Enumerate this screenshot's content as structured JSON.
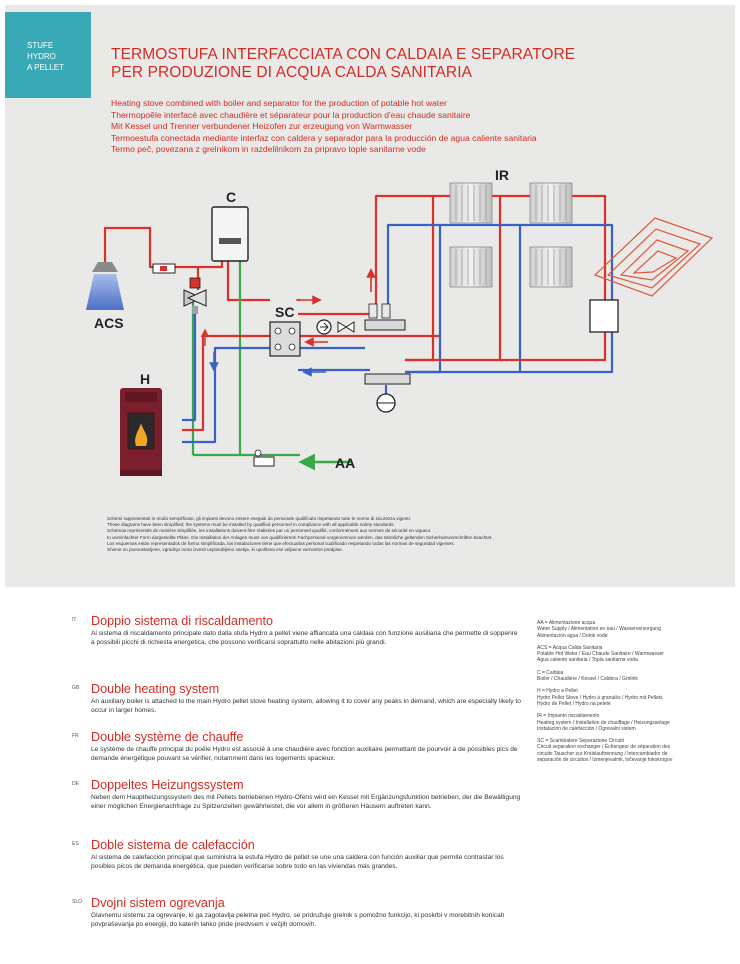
{
  "badge": {
    "lines": [
      "STUFE",
      "HYDRO",
      "A PELLET"
    ]
  },
  "title": {
    "line1": "TERMOSTUFA INTERFACCIATA CON CALDAIA E SEPARATORE",
    "line2": "PER PRODUZIONE DI ACQUA CALDA SANITARIA"
  },
  "subtitles": [
    "Heating stove combined with boiler and separator for the production of potable hot water",
    "Thermopoêle interfacé avec chaudière et séparateur pour la production d'eau chaude sanitaire",
    "Mit Kessel und Trenner verbundener Heizofen zur erzeugung von Warmwasser",
    "Termoestufa conectada mediante interfaz con caldera y separador para la producción de agua caliente sanitaria",
    "Termo peč, povezana z grelnikom in razdelilnikom za pripravo tople sanitarne vode"
  ],
  "diagram": {
    "labels": {
      "c": "C",
      "ir": "IR",
      "acs": "ACS",
      "sc": "SC",
      "h": "H",
      "aa": "AA"
    },
    "colors": {
      "hot": "#d9312b",
      "cold": "#3a62c4",
      "green": "#39a84a",
      "stove": "#7a1f2b"
    }
  },
  "notes": [
    "Schemi rappresentati in modo semplificato, gli impianti devono essere eseguiti da personale qualificato rispettando tutte le norme di sicurezza vigenti.",
    "These diagrams have been simplified; the systems must be installed by qualified personnel in compliance with all applicable safety standards.",
    "Schémas représentés de manière simplifiée, les installations doivent être réalisées par un personnel qualifié, conformément aux normes de sécurité en vigueur.",
    "In vereinfachter Form dargestellte Pläne. Die Installation der Anlagen muss von qualifiziertem Fachpersonal vorgenommen werden, das sämtliche geltenden Sicherheitsvorschriften beachtet.",
    "Los esquemas están representados de forma simplificada, las instalaciones tiene que efectuarlas personal cualificado respetando todas las normas de seguridad vigentes.",
    "Sheme so poenostavljene, vgradnjo mora izvesti usposobljeno osebje, ki upošteva vse veljavne varnostne predpise."
  ],
  "sections": [
    {
      "code": "IT",
      "title": "Doppio sistema di riscaldamento",
      "body": "Al sistema di riscaldamento principale dato dalla stufa Hydro a pellet viene affiancata una caldaia con funzione ausiliaria che permette di sopperire a possibili picchi di richiesta energetica, che possono verificarsi soprattutto nelle abitazioni più grandi."
    },
    {
      "code": "GB",
      "title": "Double heating system",
      "body": "An auxiliary boiler is attached to the main Hydro pellet stove heating system, allowing it to cover any peaks in demand, which are especially likely to occur in larger homes."
    },
    {
      "code": "FR",
      "title": "Double système de chauffe",
      "body": "Le système de chauffe principal du poêle Hydro est associé à une chaudière avec fonction auxiliaire permettant de pourvoir à de possibles pics de demande énergétique pouvant se vérifier, notamment dans les logements spacieux."
    },
    {
      "code": "DE",
      "title": "Doppeltes Heizungssystem",
      "body": "Neben dem Hauptheizungssystem des mit Pellets betriebenen Hydro-Ofens wird ein Kessel mit Ergänzungsfunktion betrieben, der die Bewältigung einer möglichen Energienachfrage zu Spitzenzeiten gewährleistet, die vor allem in größeren Häusern auftreten kann."
    },
    {
      "code": "ES",
      "title": "Doble sistema de calefacción",
      "body": "Al sistema de calefacción principal que suministra la estufa Hydro de pellet se une una caldera con función auxiliar que permite contrastar los posibles picos de demanda energética, que pueden verificarse sobre todo en las viviendas más grandes."
    },
    {
      "code": "SLO",
      "title": "Dvojni sistem ogrevanja",
      "body": "Glavnemu sistemu za ogrevanje, ki ga zagotavlja peletna peč Hydro, se pridružuje grelnik s pomožno funkcijo, ki poskrbi v morebitnih konicah povpraševanja po energiji, do katerih lahko pride predvsem v večjih domovih."
    }
  ],
  "legend": [
    [
      "AA = Alimentazione acqua",
      "Water Supply / Alimentation en eau / Wasserversorgung",
      "Alimentación agua / Dotok vode"
    ],
    [
      "ACS = Acqua Calda Sanitaria",
      "Potable Hot Water / Eau Chaude Sanitaire / Warmwasser",
      "Agua caliente sanitaria / Topla sanitarna voda"
    ],
    [
      "C = Caldaia",
      "Boiler / Chaudière / Kessel / Caldera / Grelnik"
    ],
    [
      "H = Hydro a Pellet",
      "Hydro Pellet Stove / Hydro à granulés / Hydro mit Pellets",
      "Hydro de Pellet / Hydro na pelete"
    ],
    [
      "IR = Impianto riscaldamento",
      "Heating system / Installation de chauffage / Heizungsanlage",
      "Instalación de calefacción / Ogrevalni sistem"
    ],
    [
      "SC = Scambiatore Separazione Circuiti",
      "Circuit separation exchanger / Échangeur de séparation des",
      "circuits Tauscher zur Kreislauftrennung / Intercambiador de",
      "separación de circuitos / Izmenjevalnik, ločevanje tokokrogov"
    ]
  ]
}
